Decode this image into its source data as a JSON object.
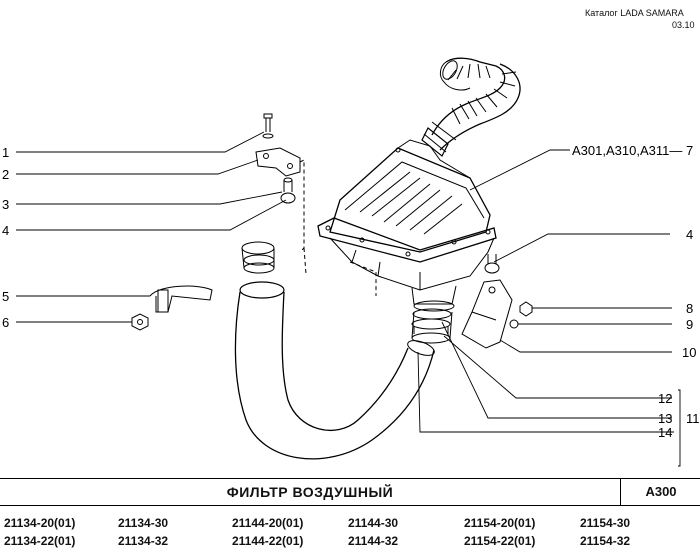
{
  "header": {
    "catalog": "Каталог  LADA SAMARA",
    "date": "03.10"
  },
  "callouts": {
    "c1": "1",
    "c2": "2",
    "c3": "3",
    "c4l": "4",
    "c5": "5",
    "c6": "6",
    "c4r": "4",
    "c7": "A301,A310,A311— 7",
    "c8": "8",
    "c9": "9",
    "c10": "10",
    "c11": "11",
    "c12": "12",
    "c13": "13",
    "c14": "14"
  },
  "title": {
    "name": "ФИЛЬТР   ВОЗДУШНЫЙ",
    "code": "A300"
  },
  "models": {
    "row1": [
      "21134-20(01)",
      "21134-30",
      "21144-20(01)",
      "21144-30",
      "21154-20(01)",
      "21154-30"
    ],
    "row2": [
      "21134-22(01)",
      "21134-32",
      "21144-22(01)",
      "21144-32",
      "21154-22(01)",
      "21154-32"
    ]
  }
}
